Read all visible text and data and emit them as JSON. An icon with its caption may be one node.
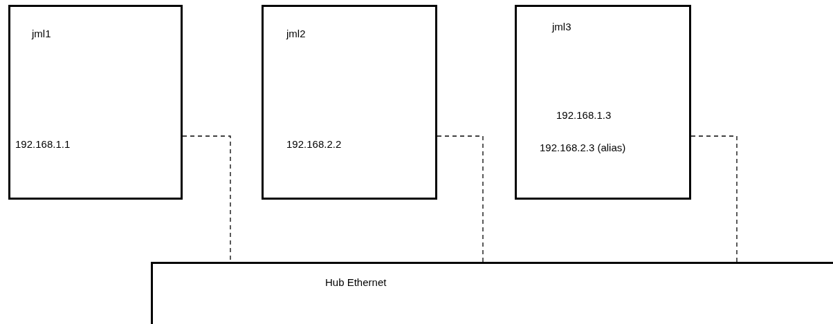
{
  "diagram": {
    "nodes": [
      {
        "text": [
          "jml1",
          "192.168.1.1"
        ]
      },
      {
        "text": [
          "jml2",
          "192.168.2.2"
        ]
      },
      {
        "text": [
          "jml3",
          "192.168.1.3",
          "192.168.2.3 (alias)"
        ]
      },
      {
        "text": [
          "Hub Ethernet"
        ]
      }
    ],
    "edges": [
      {
        "from": 0,
        "to": 3,
        "arrow": "none",
        "style": "dashed"
      },
      {
        "from": 1,
        "to": 3,
        "arrow": "none",
        "style": "dashed"
      },
      {
        "from": 2,
        "to": 3,
        "arrow": "none",
        "style": "dashed"
      }
    ]
  }
}
